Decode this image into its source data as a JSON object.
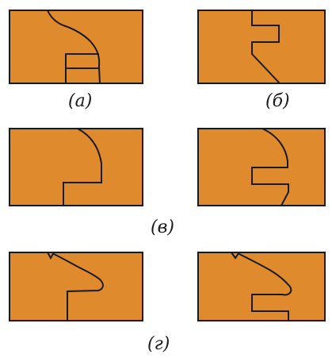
{
  "colors": {
    "panel_fill": "#E08A2E",
    "outline": "#1A1A1A",
    "background": "#FFFFFF"
  },
  "captions": {
    "a": "(а)",
    "b": "(б)",
    "v": "(в)",
    "g": "(г)"
  }
}
